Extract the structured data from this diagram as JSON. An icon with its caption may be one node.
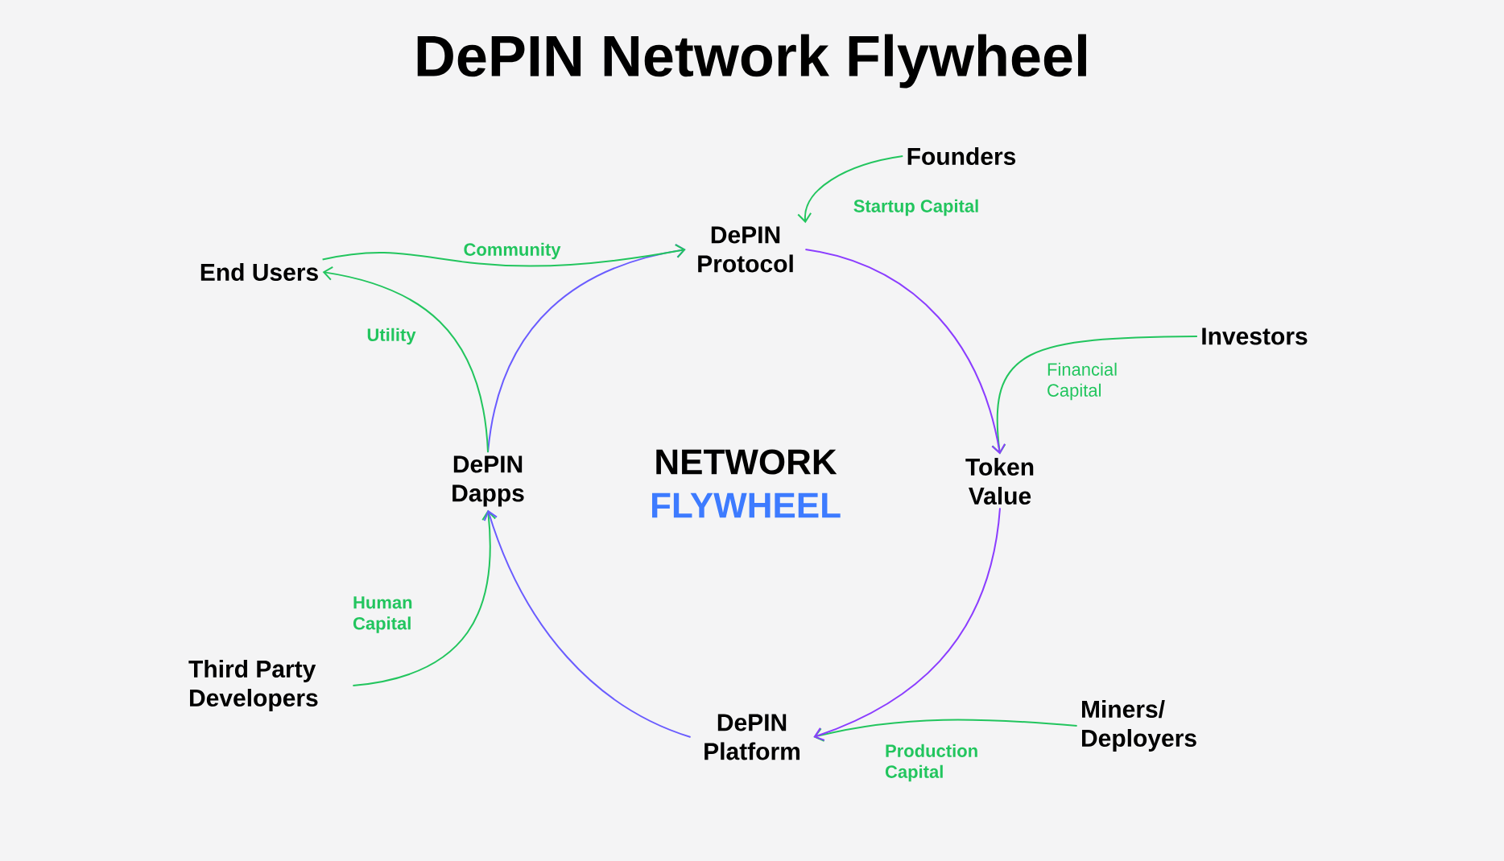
{
  "diagram": {
    "title": "DePIN Network Flywheel",
    "nodes": [
      {
        "text": [
          "Founders"
        ]
      },
      {
        "text": [
          "DePIN Protocol"
        ]
      },
      {
        "text": [
          "End Users"
        ]
      },
      {
        "text": [
          "Investors"
        ]
      },
      {
        "text": [
          "DePIN Dapps"
        ]
      },
      {
        "text": [
          "Token Value"
        ]
      },
      {
        "text": [
          "Third Party Developers"
        ]
      },
      {
        "text": [
          "DePIN Platform"
        ]
      },
      {
        "text": [
          "Miners/ Deployers"
        ]
      }
    ],
    "edges": [
      {
        "from": 0,
        "to": 1,
        "arrow": "to",
        "label": "Startup Capital"
      },
      {
        "from": 3,
        "to": 5,
        "arrow": "to",
        "label": "Financial Capital"
      },
      {
        "from": 8,
        "to": 7,
        "arrow": "to",
        "label": "Production Capital"
      },
      {
        "from": 6,
        "to": 4,
        "arrow": "to",
        "label": "Human Capital"
      },
      {
        "from": 1,
        "to": 5,
        "arrow": "to",
        "color": "#8b3dff"
      },
      {
        "from": 5,
        "to": 7,
        "arrow": "to",
        "color": "#8b3dff"
      },
      {
        "from": 7,
        "to": 4,
        "arrow": "to",
        "color": "#6a5cff"
      },
      {
        "from": 4,
        "to": 1,
        "arrow": "to",
        "color": "#6a5cff"
      },
      {
        "from": 4,
        "to": 2,
        "arrow": "to",
        "label": "Utility"
      },
      {
        "from": 2,
        "to": 1,
        "arrow": "to",
        "label": "Community"
      }
    ],
    "labels": [
      "NETWORK",
      "FLYWHEEL"
    ]
  }
}
